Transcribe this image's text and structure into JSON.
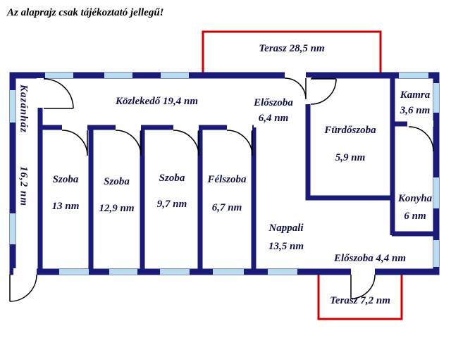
{
  "disclaimer": "Az alaprajz csak tájékoztató jellegű!",
  "colors": {
    "wall": "#1a1a78",
    "window": "#b9dcee",
    "terrace_outline": "#cc0000",
    "label_text": "#101048",
    "title_text": "#000000",
    "background": "#ffffff"
  },
  "terraces": {
    "top": {
      "label": "Terasz 28,5 nm"
    },
    "bottom": {
      "label": "Terasz 7,2 nm"
    }
  },
  "rooms": {
    "kazanhaz": {
      "name": "Kazánház",
      "area": "16,2 nm"
    },
    "kozlekedo": {
      "label": "Közlekedő 19,4 nm"
    },
    "eloszoba_top": {
      "name": "Előszoba",
      "area": "6,4 nm"
    },
    "kamra": {
      "name": "Kamra",
      "area": "3,6 nm"
    },
    "furdoszoba": {
      "name": "Fürdőszoba",
      "area": "5,9 nm"
    },
    "konyha": {
      "name": "Konyha",
      "area": "6 nm"
    },
    "szoba_1": {
      "name": "Szoba",
      "area": "13 nm"
    },
    "szoba_2": {
      "name": "Szoba",
      "area": "12,9 nm"
    },
    "szoba_3": {
      "name": "Szoba",
      "area": "9,7 nm"
    },
    "felszoba": {
      "name": "Félszoba",
      "area": "6,7 nm"
    },
    "nappali": {
      "name": "Nappali",
      "area": "13,5 nm"
    },
    "eloszoba_bottom": {
      "label": "Előszoba 4,4 nm"
    }
  }
}
